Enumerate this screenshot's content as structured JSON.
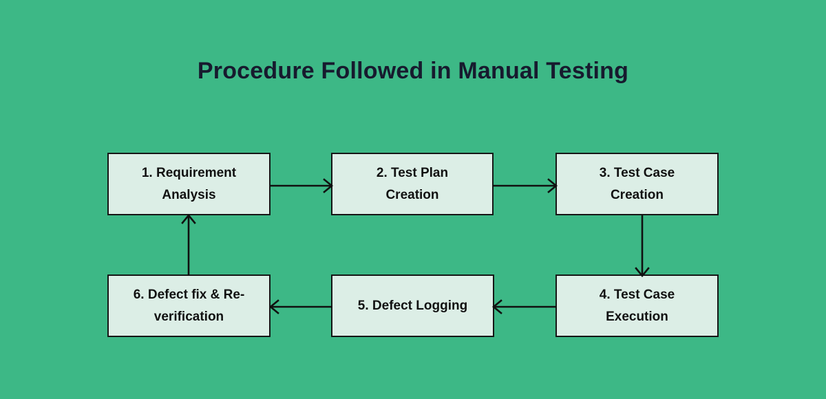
{
  "page": {
    "title": "Procedure Followed in Manual Testing",
    "background_color": "#3DB886",
    "title_color": "#171A2E"
  },
  "diagram": {
    "type": "flowchart",
    "orientation": "cyclic-snake",
    "node_fill_color": "#DCEEE6",
    "node_border_color": "#151515",
    "arrow_color": "#101010",
    "nodes": [
      {
        "id": "node-1",
        "step": "1.",
        "label": "1. Requirement Analysis",
        "line1": "1. Requirement",
        "line2": "Analysis"
      },
      {
        "id": "node-2",
        "step": "2.",
        "label": "2. Test Plan Creation",
        "line1": "2.  Test Plan",
        "line2": "Creation"
      },
      {
        "id": "node-3",
        "step": "3.",
        "label": "3. Test Case Creation",
        "line1": "3.  Test Case",
        "line2": "Creation"
      },
      {
        "id": "node-4",
        "step": "4.",
        "label": "4. Test Case Execution",
        "line1": "4.  Test Case",
        "line2": "Execution"
      },
      {
        "id": "node-5",
        "step": "5.",
        "label": "5. Defect Logging",
        "line1": "5. Defect Logging",
        "line2": ""
      },
      {
        "id": "node-6",
        "step": "6.",
        "label": "6. Defect fix & Re-verification",
        "line1": "6. Defect fix & Re-",
        "line2": "verification"
      }
    ],
    "edges": [
      {
        "id": "arrow-1-2",
        "from": "node-1",
        "to": "node-2",
        "direction": "right"
      },
      {
        "id": "arrow-2-3",
        "from": "node-2",
        "to": "node-3",
        "direction": "right"
      },
      {
        "id": "arrow-3-4",
        "from": "node-3",
        "to": "node-4",
        "direction": "down"
      },
      {
        "id": "arrow-4-5",
        "from": "node-4",
        "to": "node-5",
        "direction": "left"
      },
      {
        "id": "arrow-5-6",
        "from": "node-5",
        "to": "node-6",
        "direction": "left"
      },
      {
        "id": "arrow-6-1",
        "from": "node-6",
        "to": "node-1",
        "direction": "up"
      }
    ]
  }
}
